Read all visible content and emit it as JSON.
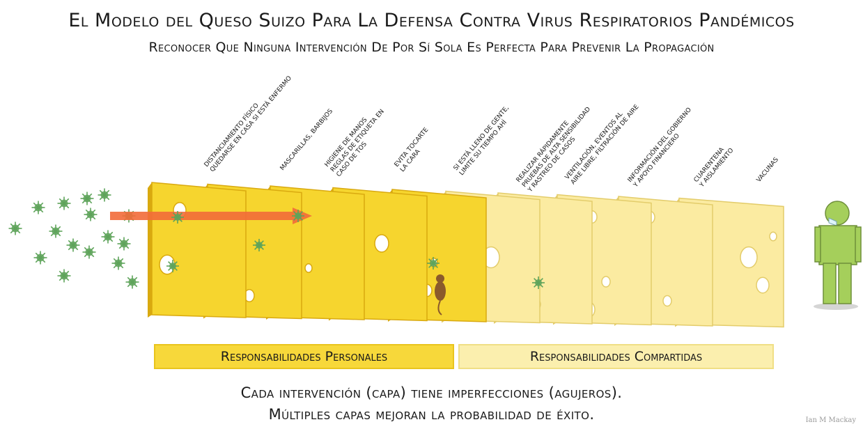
{
  "title": "El Modelo del Queso Suizo Para La Defensa Contra Virus Respiratorios Pandémicos",
  "subtitle": "Reconocer Que Ninguna Intervención De Por Sí Sola Es Perfecta Para Prevenir La Propagación",
  "layers": [
    {
      "label": [
        "Distanciamiento físico",
        "Quedarse en casa si está enfermo"
      ],
      "group": "personal"
    },
    {
      "label": [
        "Mascarillas, barbijos"
      ],
      "group": "personal"
    },
    {
      "label": [
        "Higiene de manos",
        "Reglas de etiqueta en",
        "caso de tos"
      ],
      "group": "personal"
    },
    {
      "label": [
        "Evita tocarte",
        "la cara"
      ],
      "group": "personal"
    },
    {
      "label": [
        "Si está lleno de gente,",
        "limite su tiempo ahí"
      ],
      "group": "personal"
    },
    {
      "label": [
        "Realizar rápidamente",
        "pruebas de alta sensibilidad",
        "y rastreo de casos"
      ],
      "group": "shared"
    },
    {
      "label": [
        "Ventilación, eventos al",
        "aire libre, filtración de aire"
      ],
      "group": "shared"
    },
    {
      "label": [
        "Información del gobierno",
        "y apoyo financiero"
      ],
      "group": "shared"
    },
    {
      "label": [
        "Cuarentena",
        "y aislamiento"
      ],
      "group": "shared"
    },
    {
      "label": [
        "Vacunas"
      ],
      "group": "shared"
    }
  ],
  "bands": {
    "personal": "Responsabilidades Personales",
    "shared": "Responsabilidades Compartidas"
  },
  "caption": {
    "line1": "Cada intervención (capa) tiene imperfecciones (agujeros).",
    "line2": "Múltiples capas mejoran la probabilidad de éxito."
  },
  "credit": "Ian M Mackay",
  "colors": {
    "personal_slice": "#f6d52e",
    "personal_edge": "#d9a90f",
    "shared_slice": "#fbeba1",
    "shared_edge": "#e3cc6a",
    "virus": "#5ea35a",
    "arrow": "#f26b3a",
    "person": "#a5cf5b"
  }
}
